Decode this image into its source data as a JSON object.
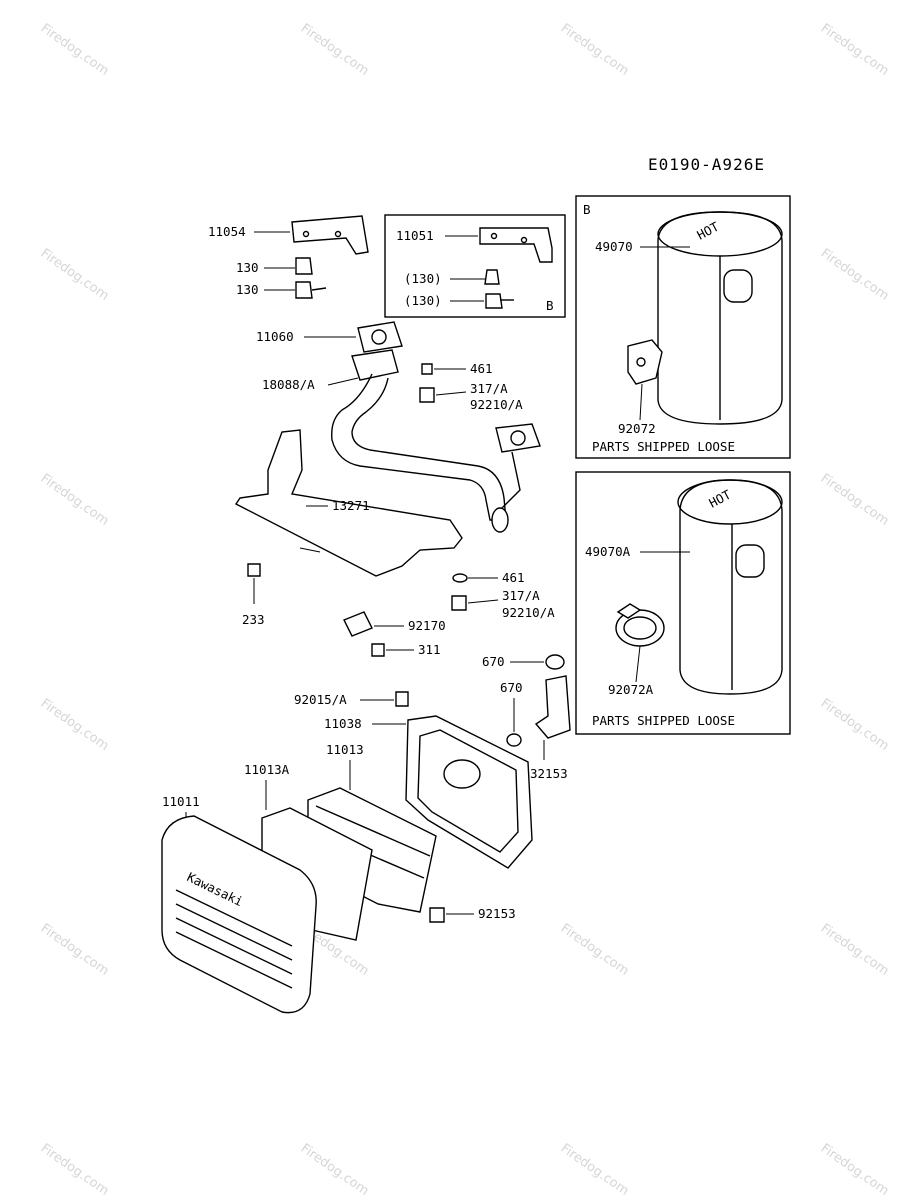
{
  "diagram_code": "E0190-A926E",
  "watermark": "Firedog.com",
  "inset_small": {
    "part_11051": "11051",
    "bolt_a": "(130)",
    "bolt_b": "(130)",
    "tag": "B"
  },
  "inset_b": {
    "tag": "B",
    "part_muffler": "49070",
    "part_clamp": "92072",
    "note": "PARTS SHIPPED LOOSE"
  },
  "inset_c": {
    "part_muffler": "49070A",
    "part_clamp": "92072A",
    "note": "PARTS SHIPPED LOOSE"
  },
  "labels": {
    "p11054": "11054",
    "p130a": "130",
    "p130b": "130",
    "p11060": "11060",
    "p18088": "18088/A",
    "p461a": "461",
    "p317a": "317/A",
    "p92210a": "92210/A",
    "p13271": "13271",
    "p233": "233",
    "p461b": "461",
    "p317b": "317/A",
    "p92210b": "92210/A",
    "p92170": "92170",
    "p311": "311",
    "p670a": "670",
    "p670b": "670",
    "p92015": "92015/A",
    "p11038": "11038",
    "p11013": "11013",
    "p11013A": "11013A",
    "p11011": "11011",
    "p32153": "32153",
    "p92153": "92153"
  },
  "brand_on_cover": "Kawasaki",
  "muffler_logo": "HOT"
}
